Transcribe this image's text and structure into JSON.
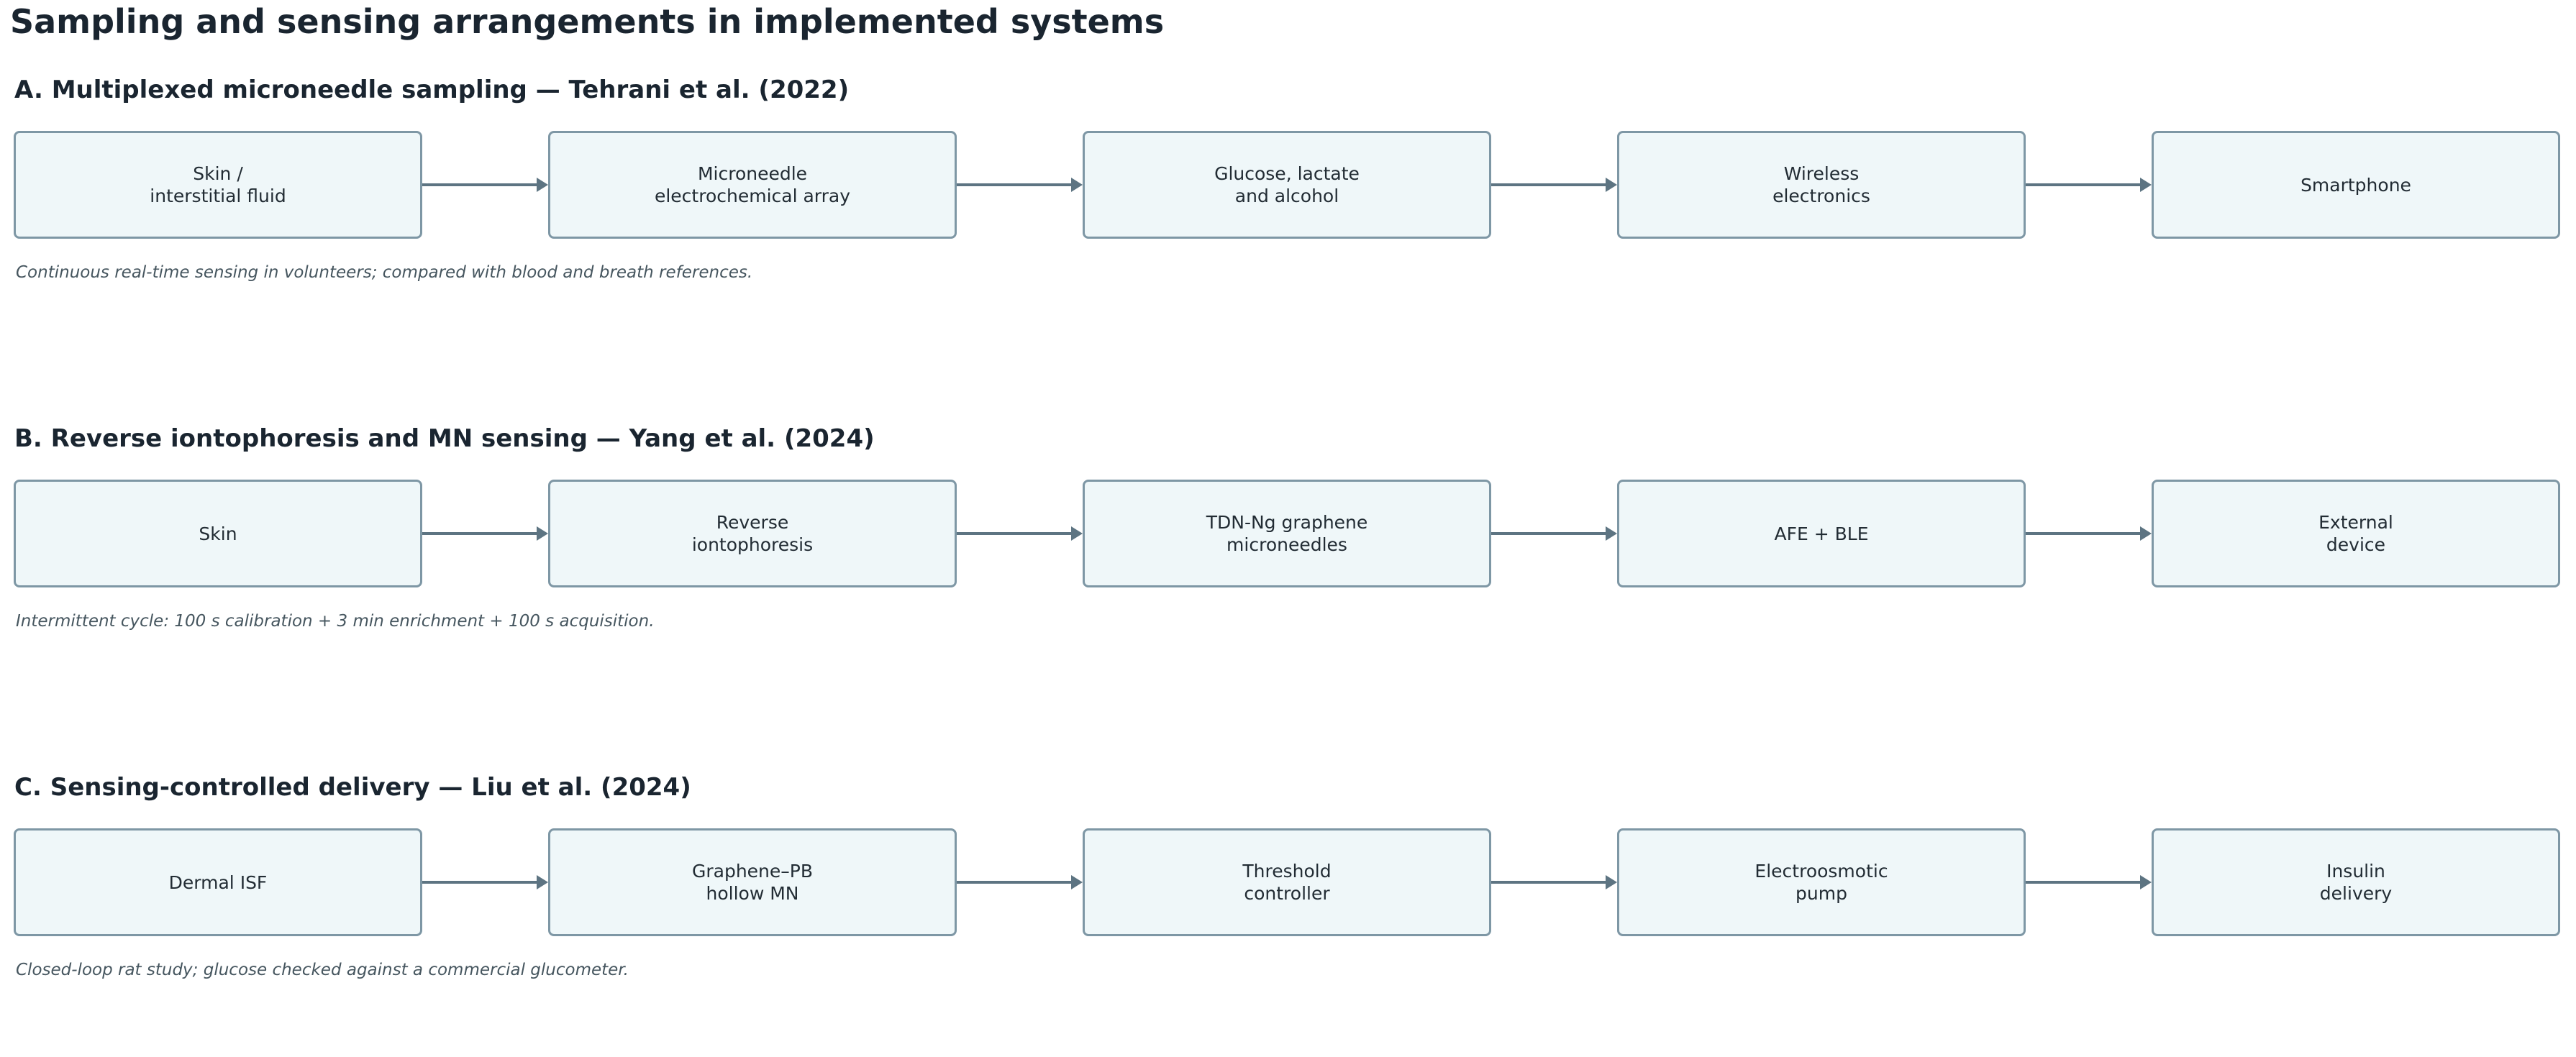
{
  "title": "Sampling and sensing arrangements in implemented systems",
  "panels": [
    {
      "title": "A. Multiplexed microneedle sampling — Tehrani et al. (2022)",
      "steps": [
        "Skin /\ninterstitial fluid",
        "Microneedle\nelectrochemical array",
        "Glucose, lactate\nand alcohol",
        "Wireless\nelectronics",
        "Smartphone"
      ],
      "note": "Continuous real-time sensing in volunteers; compared with blood and breath references."
    },
    {
      "title": "B. Reverse iontophoresis and MN sensing — Yang et al. (2024)",
      "steps": [
        "Skin",
        "Reverse\niontophoresis",
        "TDN-Ng graphene\nmicroneedles",
        "AFE + BLE",
        "External\ndevice"
      ],
      "note": "Intermittent cycle: 100 s calibration + 3 min enrichment + 100 s acquisition."
    },
    {
      "title": "C. Sensing-controlled delivery — Liu et al. (2024)",
      "steps": [
        "Dermal ISF",
        "Graphene–PB\nhollow MN",
        "Threshold\ncontroller",
        "Electroosmotic\npump",
        "Insulin\ndelivery"
      ],
      "note": "Closed-loop rat study; glucose checked against a commercial glucometer."
    }
  ],
  "colors": {
    "box_fill": "#eff7f9",
    "box_border": "#7e97a5",
    "arrow": "#5d7482",
    "title": "#1a2530",
    "note": "#46565f"
  },
  "icons": {
    "connector": "right-arrow"
  }
}
